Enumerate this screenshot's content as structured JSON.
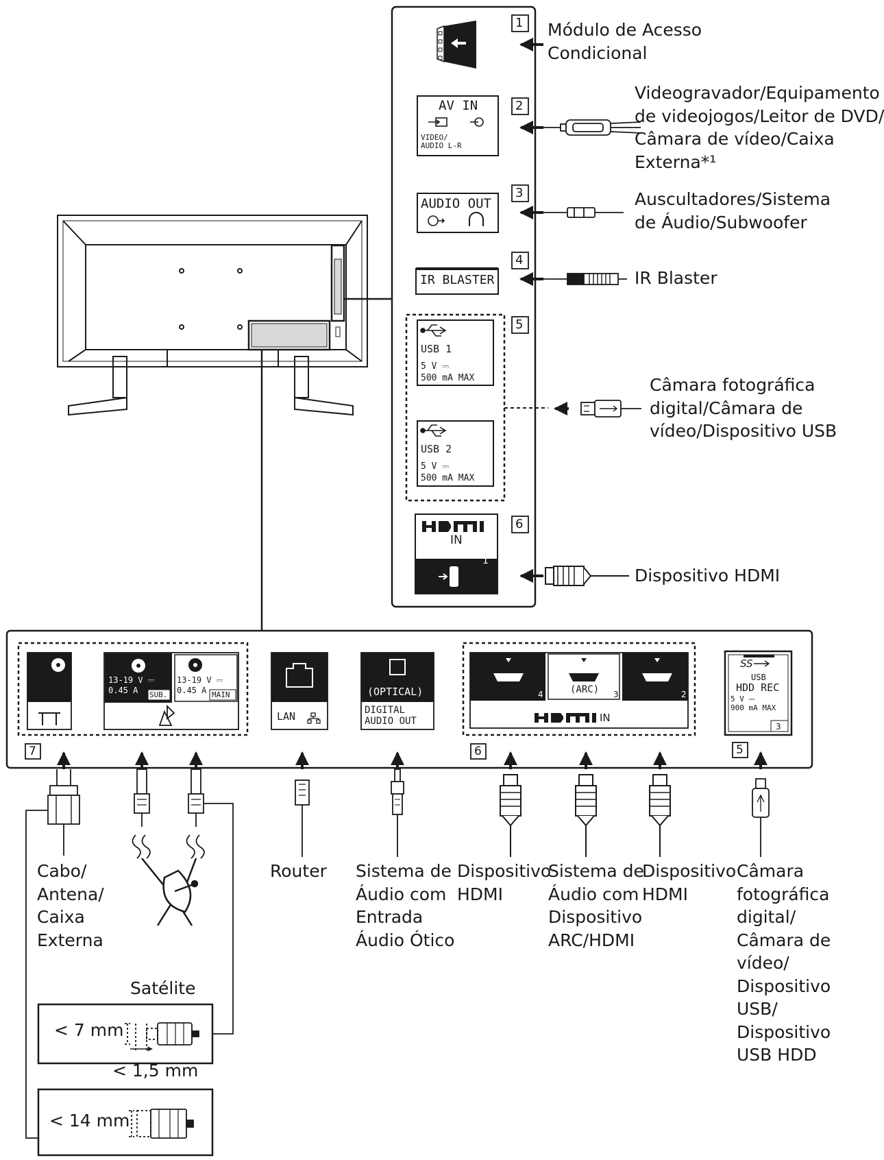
{
  "side_panel": {
    "num1": "1",
    "num2": "2",
    "num3": "3",
    "num4": "4",
    "num5": "5",
    "num6": "6",
    "av_in": "AV IN",
    "av_sub": "VIDEO/\nAUDIO L-R",
    "audio_out": "AUDIO OUT",
    "ir_blaster": "IR BLASTER",
    "usb1_name": "USB 1",
    "usb2_name": "USB 2",
    "usb_rating": "5 V ⎓\n500 mA MAX",
    "hdmi_in": "IN",
    "hdmi_port": "1"
  },
  "side_labels": {
    "cam": "Módulo de Acesso\nCondicional",
    "av": "Videogravador/Equipamento\nde videojogos/Leitor de DVD/\nCâmara de vídeo/Caixa\nExterna*¹",
    "audio": "Auscultadores/Sistema\nde Áudio/Subwoofer",
    "ir": "IR Blaster",
    "usb": "Câmara fotográfica\ndigital/Câmara de\nvídeo/Dispositivo USB",
    "hdmi": "Dispositivo HDMI"
  },
  "bottom_panel": {
    "num7": "7",
    "num6": "6",
    "num5": "5",
    "sat_sub": "13-19 V ⎓\n0.45 A",
    "sub": "SUB.",
    "sat_main": "13-19 V ⎓\n0.45 A",
    "main": "MAIN",
    "lan": "LAN",
    "optical": "(OPTICAL)",
    "digital_out": "DIGITAL\nAUDIO OUT",
    "arc": "(ARC)",
    "hdmi_p4": "4",
    "hdmi_p3": "3",
    "hdmi_p2": "2",
    "hdmi_in": "IN",
    "usb3_logo": "SS",
    "usb3_usb": "USB",
    "hdd_rec": "HDD REC",
    "usb3_rating": "5 V ⎓\n900 mA MAX",
    "usb3_port": "3"
  },
  "bottom_labels": {
    "antenna": "Cabo/\nAntena/\nCaixa\nExterna",
    "satellite": "Satélite",
    "router": "Router",
    "optical": "Sistema de\nÁudio com\nEntrada\nÁudio Ótico",
    "hdmi4": "Dispositivo\nHDMI",
    "arc": "Sistema de\nÁudio com\nDispositivo\nARC/HDMI",
    "hdmi2": "Dispositivo\nHDMI",
    "usb": "Câmara\nfotográfica\ndigital/\nCâmara de\nvídeo/\nDispositivo\nUSB/\nDispositivo\nUSB HDD"
  },
  "dimensions": {
    "d7": "< 7 mm",
    "d15": "< 1,5 mm",
    "d14": "< 14 mm"
  },
  "icon_names": [
    "tv-rear-view",
    "cam-slot-icon",
    "composite-jack-icon",
    "headphone-icon",
    "minijack-icon",
    "usb-icon",
    "hdmi-logo",
    "hdmi-plug-icon",
    "coax-plug-icon",
    "f-connector-icon",
    "satellite-dish-icon",
    "lan-icon",
    "rj45-plug-icon",
    "optical-plug-icon",
    "usb3-logo"
  ]
}
